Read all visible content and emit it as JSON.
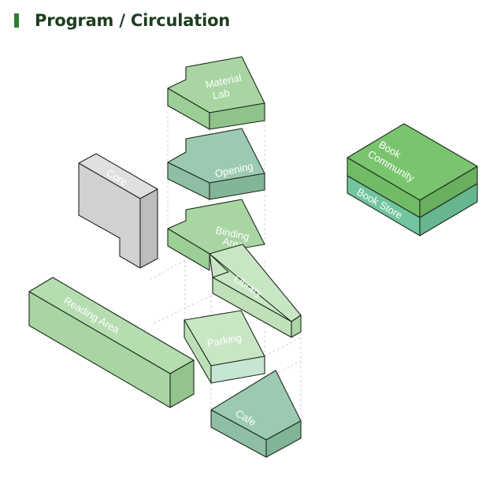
{
  "header": {
    "title": "Program / Circulation"
  },
  "blocks": {
    "material_lab": {
      "line1": "Material",
      "line2": "Lab"
    },
    "opening": {
      "label": "Opening"
    },
    "binding_area": {
      "line1": "Binding",
      "line2": "Area"
    },
    "library": {
      "label": "Library"
    },
    "core": {
      "label": "Core"
    },
    "reading_area": {
      "label": "Reading Area"
    },
    "parking": {
      "label": "Parking"
    },
    "cafe": {
      "label": "Cafe"
    },
    "book_community": {
      "line1": "Book",
      "line2": "Community"
    },
    "book_store": {
      "label": "Book Store"
    }
  },
  "colors": {
    "accent": "#2e7d32",
    "title": "#1e3d1f",
    "green_mid": "#a8d5a2",
    "green_light": "#c9e6c4",
    "green_teal": "#9ccab0",
    "grey": "#d3d3d3",
    "green_strong": "#7bc46f",
    "teal": "#72c49e"
  }
}
